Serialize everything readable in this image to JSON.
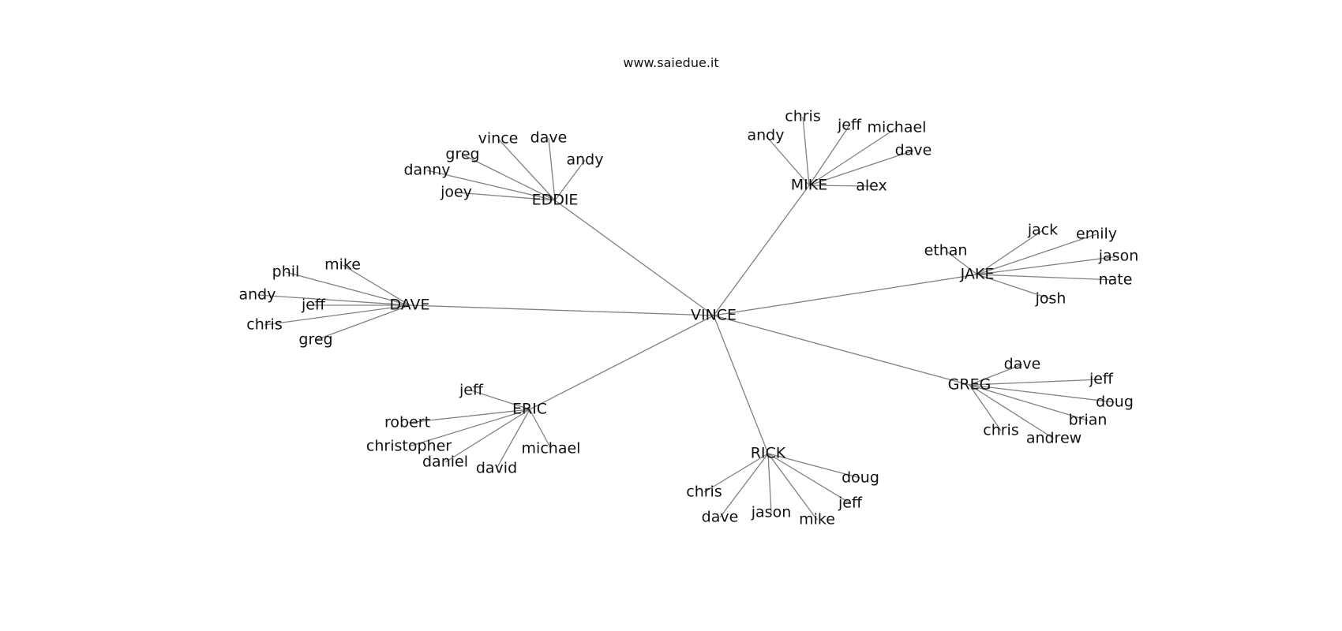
{
  "title": "www.saiedue.it",
  "colors": {
    "edge": "#808080",
    "text": "#111111",
    "background": "#ffffff"
  },
  "graph": {
    "root": "VINCE",
    "hubs": [
      {
        "id": "eddie",
        "label": "EDDIE",
        "leaves": [
          "vince",
          "dave",
          "andy",
          "greg",
          "danny",
          "joey"
        ]
      },
      {
        "id": "mike",
        "label": "MIKE",
        "leaves": [
          "andy",
          "chris",
          "jeff",
          "michael",
          "dave",
          "alex"
        ]
      },
      {
        "id": "jake",
        "label": "JAKE",
        "leaves": [
          "ethan",
          "jack",
          "emily",
          "jason",
          "nate",
          "josh"
        ]
      },
      {
        "id": "greg",
        "label": "GREG",
        "leaves": [
          "dave",
          "jeff",
          "doug",
          "brian",
          "andrew",
          "chris"
        ]
      },
      {
        "id": "rick",
        "label": "RICK",
        "leaves": [
          "doug",
          "jeff",
          "mike",
          "jason",
          "dave",
          "chris"
        ]
      },
      {
        "id": "eric",
        "label": "ERIC",
        "leaves": [
          "jeff",
          "robert",
          "christopher",
          "daniel",
          "david",
          "michael"
        ]
      },
      {
        "id": "dave",
        "label": "DAVE",
        "leaves": [
          "mike",
          "phil",
          "andy",
          "jeff",
          "chris",
          "greg"
        ]
      }
    ]
  }
}
